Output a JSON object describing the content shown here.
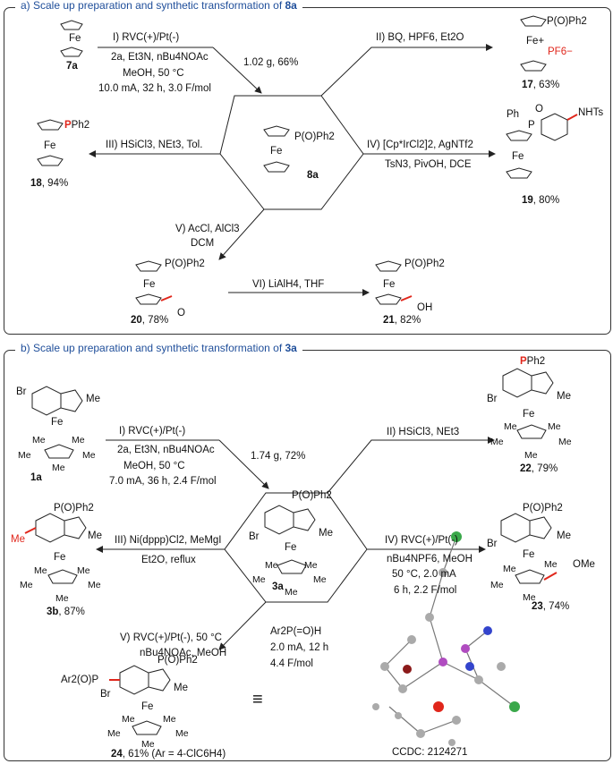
{
  "panel_a": {
    "title_prefix": "a) Scale up preparation and synthetic transformation of ",
    "title_cmpd": "8a",
    "start_label": "7a",
    "step1": {
      "line1": "I) RVC(+)/Pt(-)",
      "line2": "2a, Et3N, nBu4NOAc",
      "line3": "MeOH, 50 °C",
      "line4": "10.0 mA, 32 h, 3.0 F/mol",
      "yield": "1.02 g, 66%"
    },
    "center_sub": "P(O)Ph2",
    "center_fe": "Fe",
    "center_label": "8a",
    "step2": {
      "cond": "II) BQ, HPF6, Et2O",
      "product": "17",
      "yield": ", 63%",
      "sub": "P(O)Ph2",
      "fe": "Fe+",
      "anion": "PF6−"
    },
    "step3": {
      "cond": "III) HSiCl3, NEt3, Tol.",
      "product": "18",
      "yield": ", 94%",
      "sub_p": "P",
      "sub_ph": "Ph2",
      "fe": "Fe"
    },
    "step4": {
      "line1": "IV) [Cp*IrCl2]2, AgNTf2",
      "line2": "TsN3, PivOH, DCE",
      "product": "19",
      "yield": ", 80%",
      "ph": "Ph",
      "o": "O",
      "p": "P",
      "nhts": "NHTs",
      "fe": "Fe"
    },
    "step5": {
      "line1": "V) AcCl, AlCl3",
      "line2": "DCM",
      "product": "20",
      "yield": ", 78%",
      "sub": "P(O)Ph2",
      "fe": "Fe",
      "o": "O"
    },
    "step6": {
      "cond": "VI) LiAlH4, THF",
      "product": "21",
      "yield": ", 82%",
      "sub": "P(O)Ph2",
      "fe": "Fe",
      "oh": "OH"
    }
  },
  "panel_b": {
    "title_prefix": "b) Scale up preparation and synthetic transformation of ",
    "title_cmpd": "3a",
    "start_label": "1a",
    "br": "Br",
    "me": "Me",
    "fe": "Fe",
    "step1": {
      "line1": "I) RVC(+)/Pt(-)",
      "line2": "2a, Et3N, nBu4NOAc",
      "line3": "MeOH, 50 °C",
      "line4": "7.0 mA, 36 h, 2.4 F/mol",
      "yield": "1.74 g, 72%"
    },
    "center_sub": "P(O)Ph2",
    "center_label": "3a",
    "step2": {
      "cond": "II) HSiCl3, NEt3",
      "product": "22",
      "yield": ", 79%",
      "sub_p": "P",
      "sub_ph": "Ph2"
    },
    "step3": {
      "line1": "III) Ni(dppp)Cl2, MeMgI",
      "line2": "Et2O, reflux",
      "product": "3b",
      "yield": ", 87%",
      "sub": "P(O)Ph2"
    },
    "step4": {
      "line1": "IV) RVC(+)/Pt(-)",
      "line2": "nBu4NPF6, MeOH",
      "line3": "50 °C, 2.0 mA",
      "line4": "6 h, 2.2 F/mol",
      "product": "23",
      "yield": ", 74%",
      "sub": "P(O)Ph2",
      "ome": "OMe"
    },
    "step5": {
      "line1": "V) RVC(+)/Pt(-), 50 °C",
      "line2": "nBu4NOAc, MeOH",
      "line3": "Ar2P(=O)H",
      "line4": "2.0 mA, 12 h",
      "line5": "4.4 F/mol",
      "product": "24",
      "yield": ", 61% (Ar = 4-ClC6H4)",
      "sub": "P(O)Ph2",
      "ar": "Ar2(O)P"
    },
    "equiv": "≡",
    "ccdc": "CCDC: 2124271"
  },
  "colors": {
    "accent_blue": "#1f4e9a",
    "highlight_red": "#e0261b",
    "line": "#222222"
  }
}
